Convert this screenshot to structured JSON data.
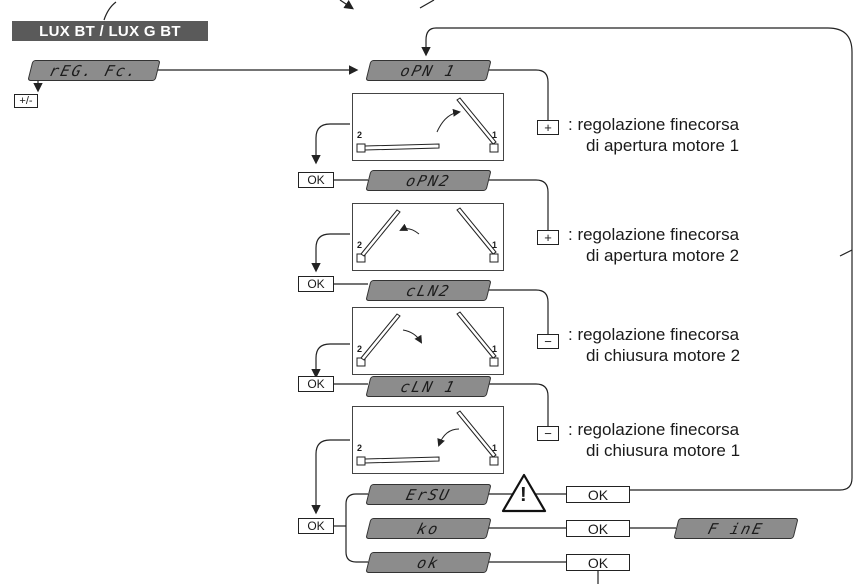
{
  "header": {
    "title": "LUX BT / LUX G BT"
  },
  "menu": {
    "entry_display": "rEG. Fc.",
    "entry_key": "+/-"
  },
  "steps": [
    {
      "display": "oPN 1",
      "key": "+",
      "desc_line1": ": regolazione finecorsa",
      "desc_line2": "di apertura motore 1",
      "ok": "OK"
    },
    {
      "display": "oPN2",
      "key": "+",
      "desc_line1": ": regolazione finecorsa",
      "desc_line2": "di apertura motore 2",
      "ok": "OK"
    },
    {
      "display": "cLN2",
      "key": "−",
      "desc_line1": ": regolazione finecorsa",
      "desc_line2": "di chiusura motore 2",
      "ok": "OK"
    },
    {
      "display": "cLN 1",
      "key": "−",
      "desc_line1": ": regolazione finecorsa",
      "desc_line2": "di chiusura motore 1",
      "ok": "OK"
    }
  ],
  "gate_labels": {
    "left": "2",
    "right": "1"
  },
  "final": {
    "ok": "OK",
    "options": [
      {
        "display": "ErSU",
        "key": "OK",
        "warning": "!"
      },
      {
        "display": "ko",
        "key": "OK",
        "result": "F inE"
      },
      {
        "display": "ok",
        "key": "OK"
      }
    ]
  },
  "colors": {
    "display_bg": "#8c8c8c",
    "title_bg": "#5a5a5a",
    "line": "#222222"
  }
}
